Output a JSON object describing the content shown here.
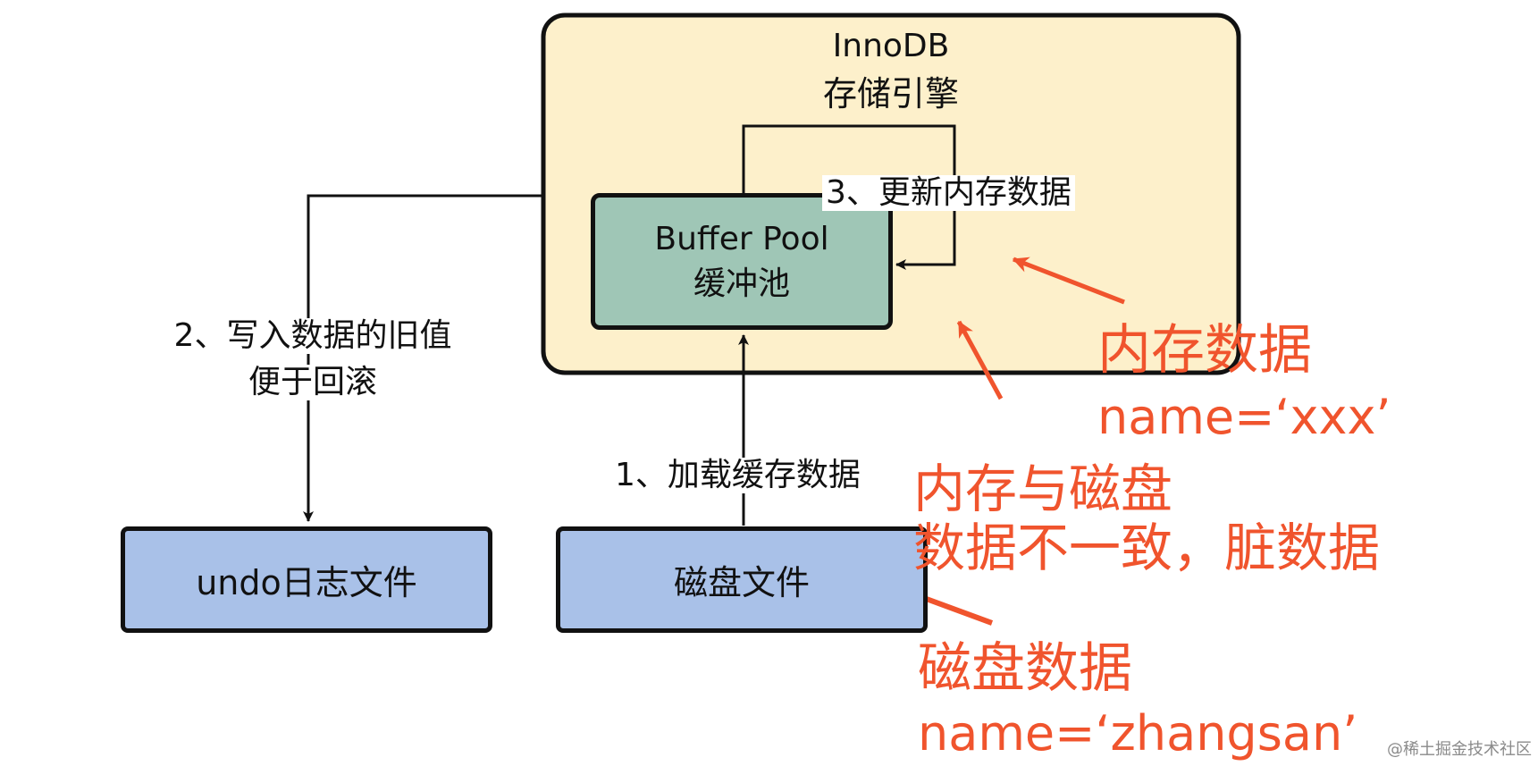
{
  "innodb": {
    "title": "InnoDB",
    "subtitle": "存储引擎"
  },
  "buffer_pool": {
    "line1": "Buffer Pool",
    "line2": "缓冲池"
  },
  "undo_file": {
    "label": "undo日志文件"
  },
  "disk_file": {
    "label": "磁盘文件"
  },
  "steps": {
    "load": "1、加载缓存数据",
    "write_old_line1": "2、写入数据的旧值",
    "write_old_line2": "便于回滚",
    "update": "3、更新内存数据"
  },
  "annotations": {
    "memory_title": "内存数据",
    "memory_value": "name=‘xxx’",
    "inconsistent_line1": "内存与磁盘",
    "inconsistent_line2": "数据不一致，脏数据",
    "disk_title": "磁盘数据",
    "disk_value": "name=‘zhangsan’"
  },
  "watermark": "@稀土掘金技术社区",
  "colors": {
    "innodb_fill": "#fdf0cb",
    "buffer_pool_fill": "#9fc6b6",
    "file_fill": "#a9c1e8",
    "annotation_red": "#f0542d",
    "stroke": "#111111"
  }
}
